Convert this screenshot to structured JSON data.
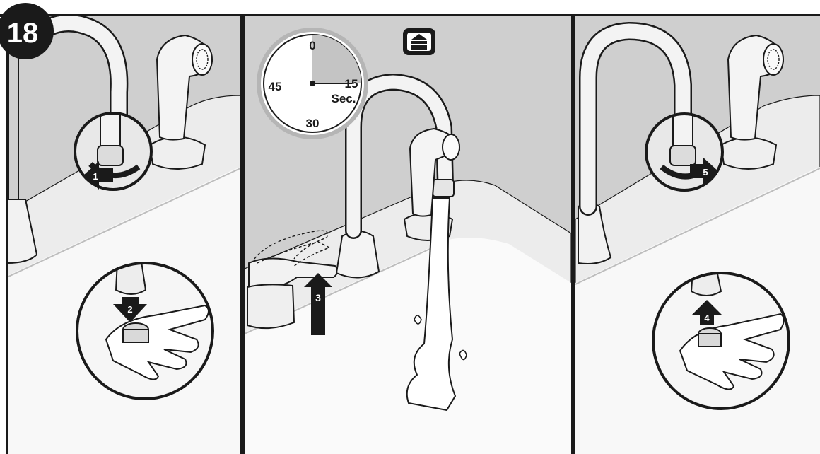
{
  "step_number": "18",
  "steps": [
    "1",
    "2",
    "3",
    "4",
    "5"
  ],
  "timer": {
    "marks": {
      "top": "0",
      "right": "15",
      "bottom": "30",
      "left": "45"
    },
    "unit": "Sec.",
    "elapsed_seconds": 15
  },
  "icon": "dishwasher-icon",
  "colors": {
    "panel_bg": "#cfcfcf",
    "sink_white": "#f7f7f7",
    "line": "#1a1a1a",
    "badge": "#1a1a1a",
    "timer_wedge": "#c4c4c4",
    "timer_rim": "#b5b5b5"
  }
}
